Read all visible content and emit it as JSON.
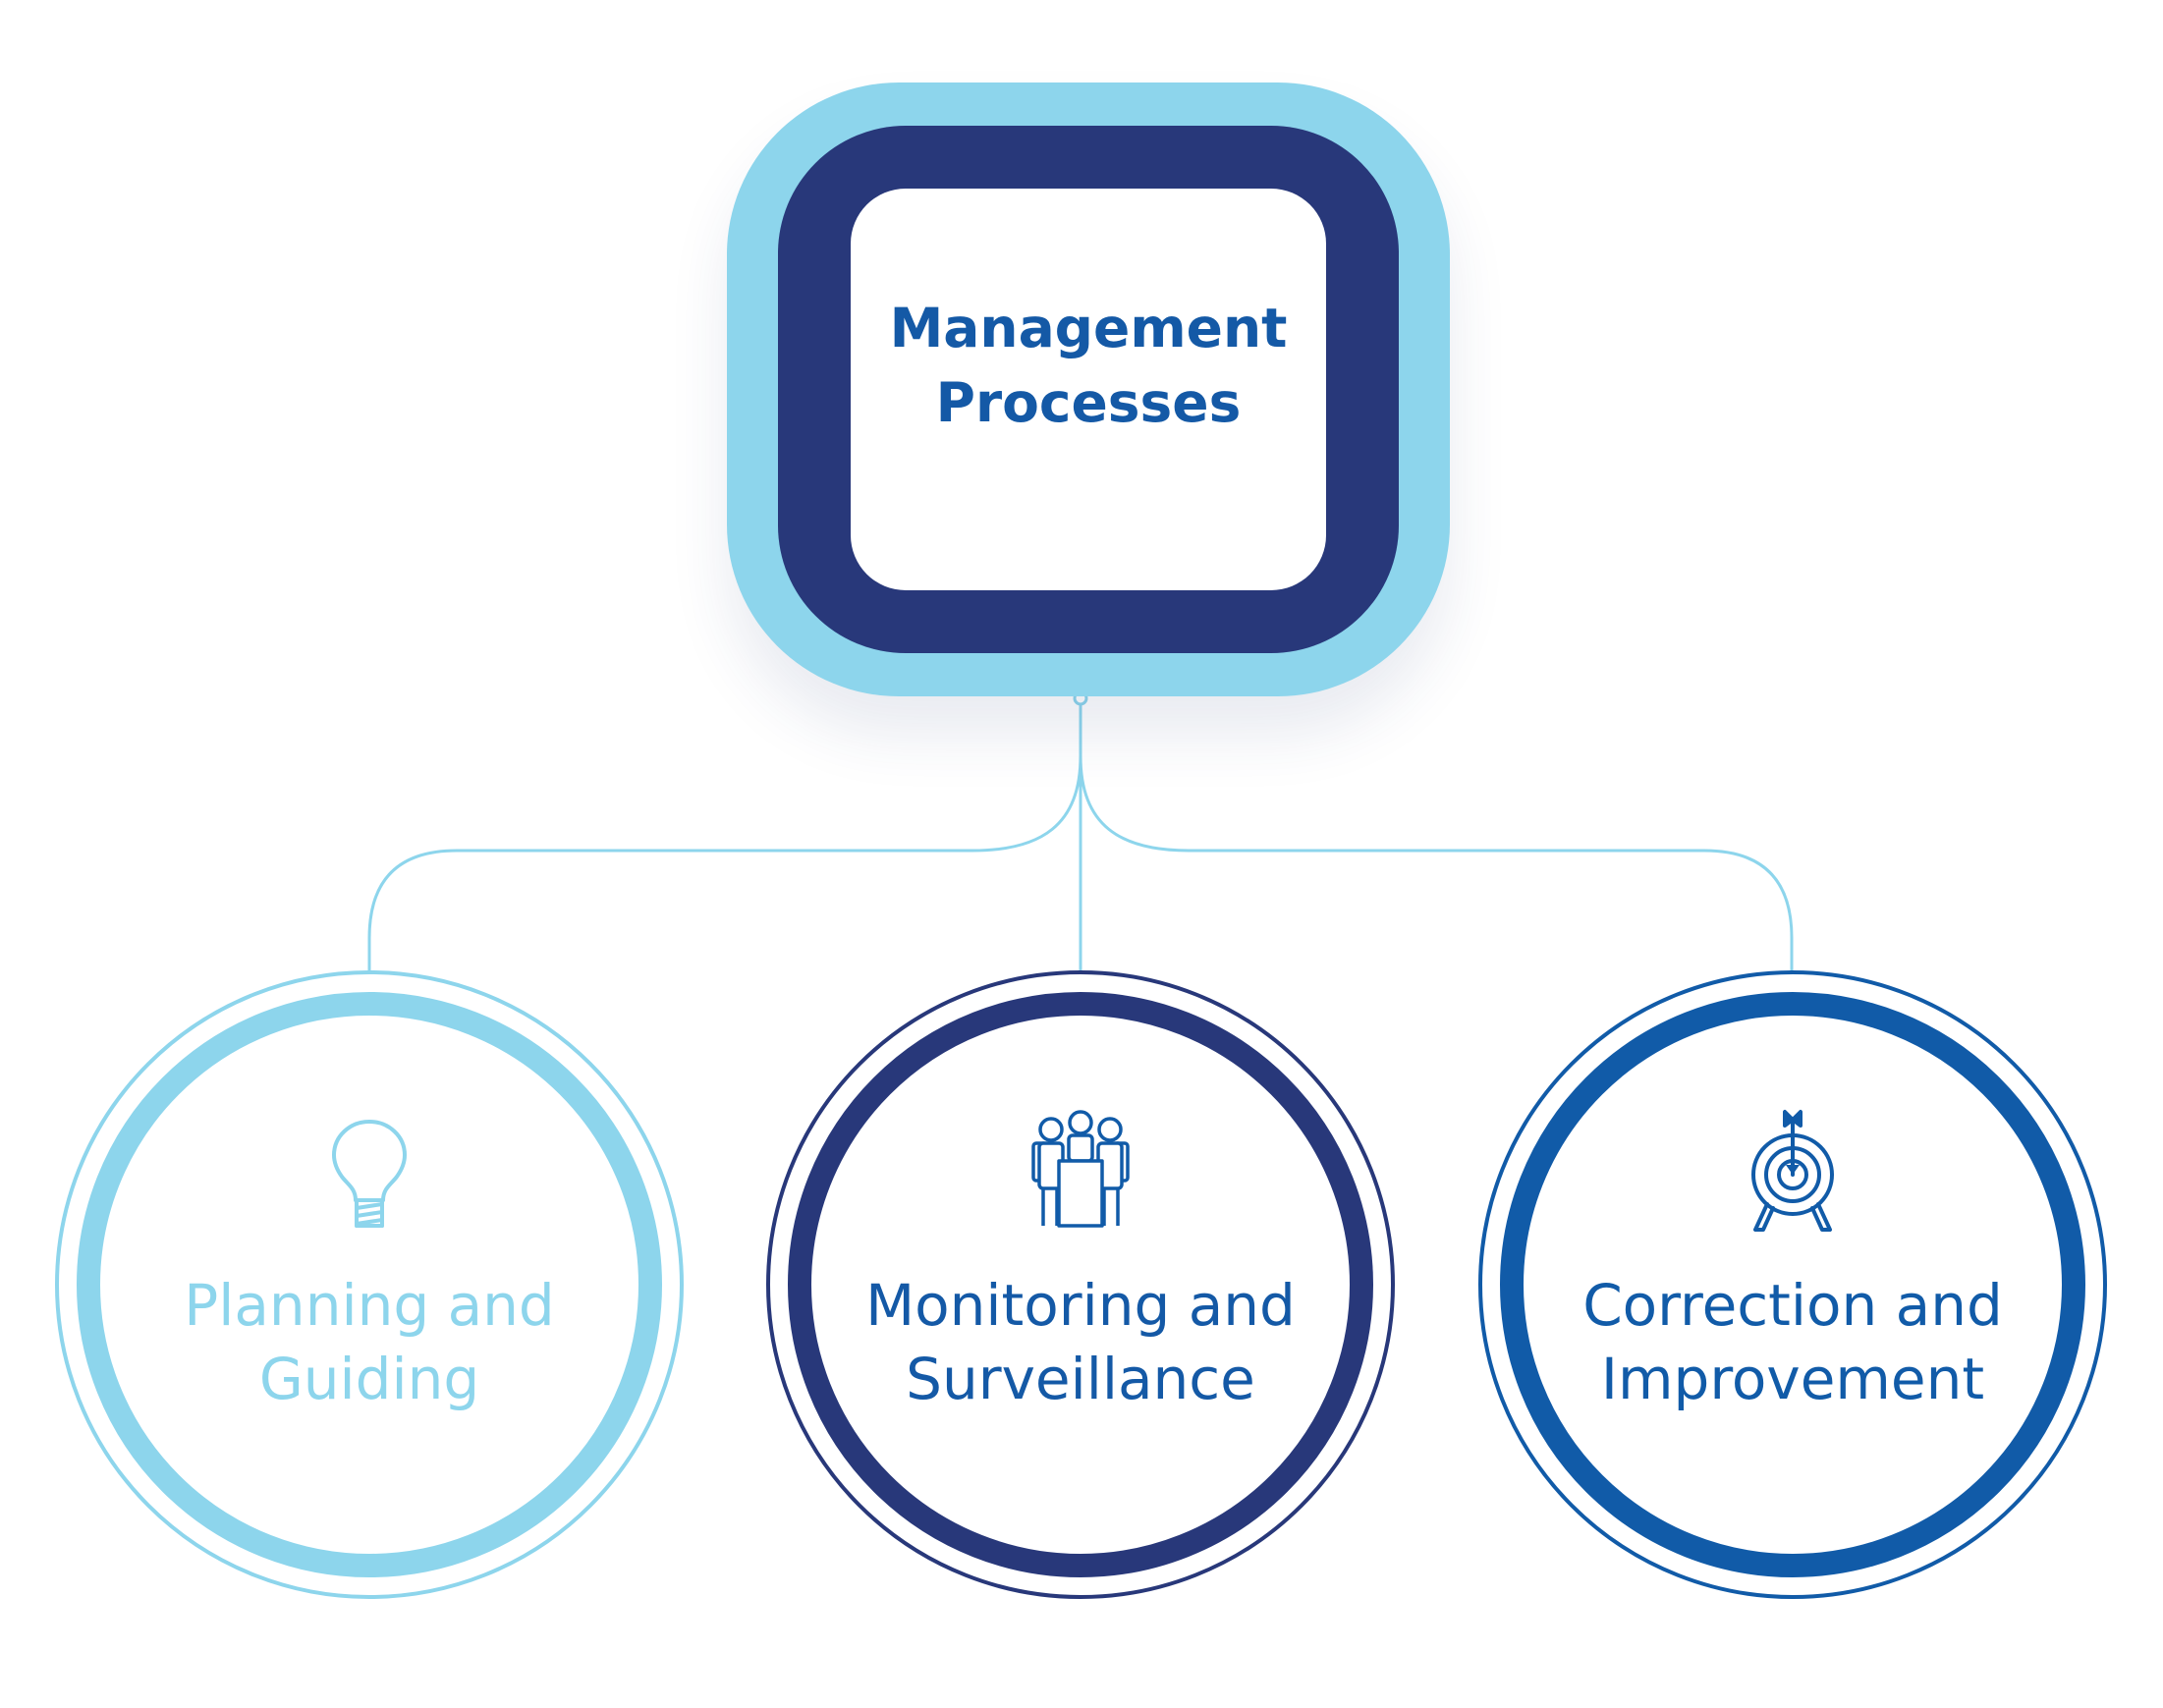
{
  "diagram": {
    "root": {
      "title_line1": "Management",
      "title_line2": "Processes"
    },
    "nodes": [
      {
        "label_line1": "Planning and",
        "label_line2": "Guiding",
        "icon": "lightbulb-icon",
        "color": "#8dd5ec"
      },
      {
        "label_line1": "Monitoring and",
        "label_line2": "Surveillance",
        "icon": "team-meeting-icon",
        "color": "#28387a"
      },
      {
        "label_line1": "Correction and",
        "label_line2": "Improvement",
        "icon": "target-arrow-icon",
        "color": "#115ba8"
      }
    ]
  },
  "colors": {
    "light_blue": "#8dd5ec",
    "navy": "#28387a",
    "blue": "#115ba8",
    "text_blue": "#1459a6"
  }
}
